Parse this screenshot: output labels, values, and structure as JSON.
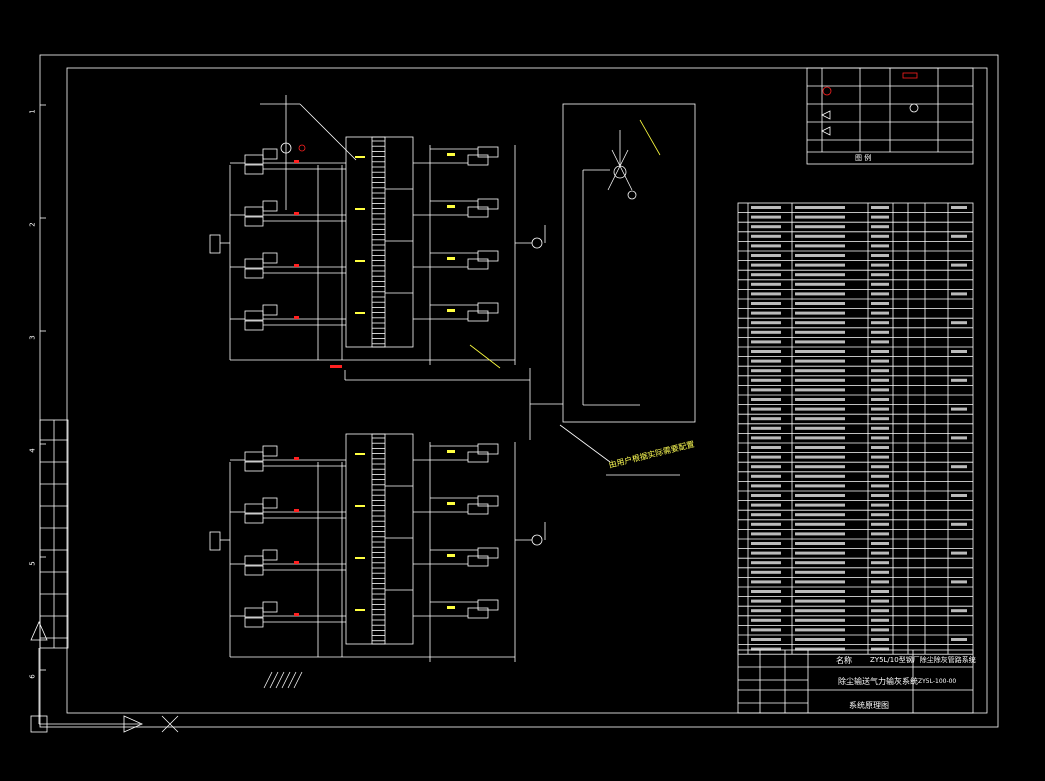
{
  "colors": {
    "background": "#000000",
    "line": "#ffffff",
    "accent_red": "#ff2020",
    "accent_yellow": "#ffff40",
    "accent_cyan": "#40ffff"
  },
  "ruler_marks": [
    "1",
    "2",
    "3",
    "4",
    "5",
    "6"
  ],
  "callout_label": "由用户根据实际需要配置",
  "title_block": {
    "project_label": "名称",
    "project_name": "ZY5L/10型钢厂除尘除灰管路系统",
    "drawing_title": "除尘输送气力输灰系统",
    "sub_title": "系统原理图",
    "drawing_code": "ZY5L-100-00"
  },
  "legend_caption": "图 例",
  "icons": {
    "origin_axis": "ucs-axis-icon",
    "arrow": "axis-arrow-icon",
    "cross": "cross-marker-icon"
  }
}
